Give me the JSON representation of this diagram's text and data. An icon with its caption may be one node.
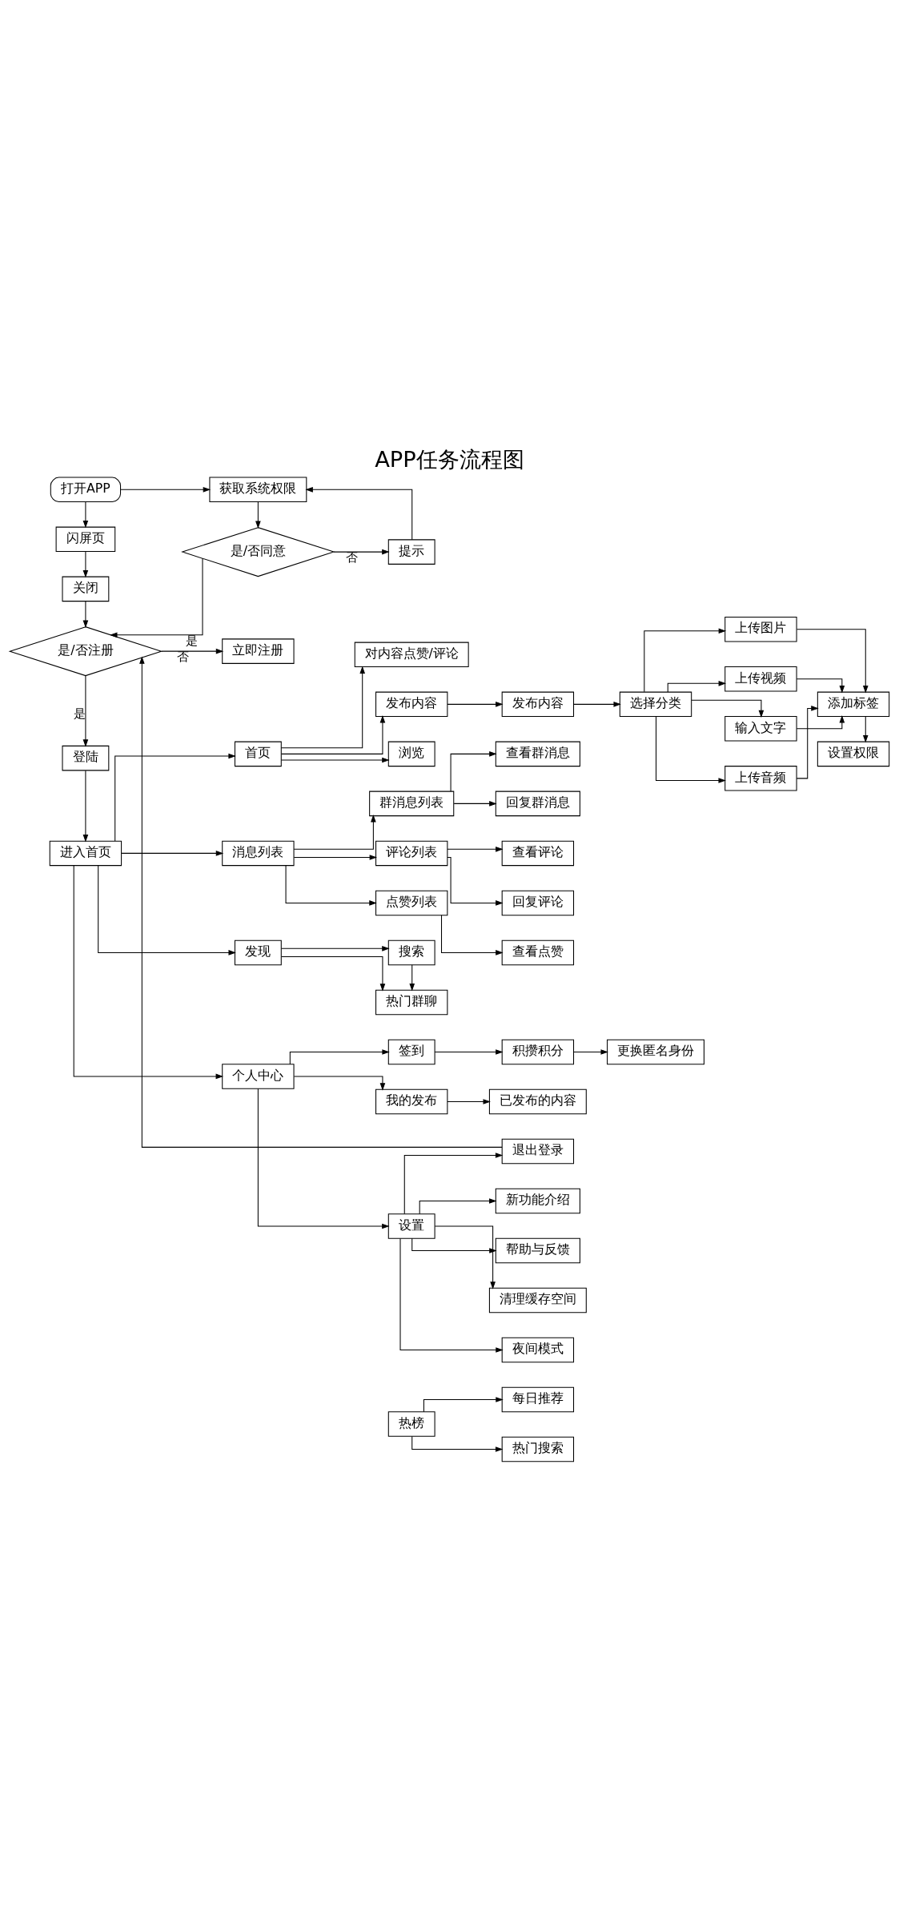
{
  "diagram": {
    "title": "APP任务流程图",
    "nodes": [
      {
        "text": [
          "打开APP"
        ]
      },
      {
        "text": [
          "获取系统权限"
        ]
      },
      {
        "text": [
          "闪屏页"
        ]
      },
      {
        "text": [
          "是/否同意"
        ]
      },
      {
        "text": [
          "提示"
        ]
      },
      {
        "text": [
          "关闭"
        ]
      },
      {
        "text": [
          "是/否注册"
        ]
      },
      {
        "text": [
          "立即注册"
        ]
      },
      {
        "text": [
          "登陆"
        ]
      },
      {
        "text": [
          "进入首页"
        ]
      },
      {
        "text": [
          "首页"
        ]
      },
      {
        "text": [
          "对内容点赞/评论"
        ]
      },
      {
        "text": [
          "发布内容"
        ]
      },
      {
        "text": [
          "浏览"
        ]
      },
      {
        "text": [
          "发布内容"
        ]
      },
      {
        "text": [
          "选择分类"
        ]
      },
      {
        "text": [
          "上传图片"
        ]
      },
      {
        "text": [
          "上传视频"
        ]
      },
      {
        "text": [
          "输入文字"
        ]
      },
      {
        "text": [
          "上传音频"
        ]
      },
      {
        "text": [
          "添加标签"
        ]
      },
      {
        "text": [
          "设置权限"
        ]
      },
      {
        "text": [
          "消息列表"
        ]
      },
      {
        "text": [
          "群消息列表"
        ]
      },
      {
        "text": [
          "查看群消息"
        ]
      },
      {
        "text": [
          "回复群消息"
        ]
      },
      {
        "text": [
          "评论列表"
        ]
      },
      {
        "text": [
          "查看评论"
        ]
      },
      {
        "text": [
          "回复评论"
        ]
      },
      {
        "text": [
          "点赞列表"
        ]
      },
      {
        "text": [
          "查看点赞"
        ]
      },
      {
        "text": [
          "发现"
        ]
      },
      {
        "text": [
          "搜索"
        ]
      },
      {
        "text": [
          "热榜"
        ]
      },
      {
        "text": [
          "热门群聊"
        ]
      },
      {
        "text": [
          "每日推荐"
        ]
      },
      {
        "text": [
          "热门搜索"
        ]
      },
      {
        "text": [
          "个人中心"
        ]
      },
      {
        "text": [
          "签到"
        ]
      },
      {
        "text": [
          "积攒积分"
        ]
      },
      {
        "text": [
          "更换匿名身份"
        ]
      },
      {
        "text": [
          "我的发布"
        ]
      },
      {
        "text": [
          "已发布的内容"
        ]
      },
      {
        "text": [
          "设置"
        ]
      },
      {
        "text": [
          "新功能介绍"
        ]
      },
      {
        "text": [
          "帮助与反馈"
        ]
      },
      {
        "text": [
          "清理缓存空间"
        ]
      },
      {
        "text": [
          "夜间模式"
        ]
      },
      {
        "text": [
          "退出登录"
        ]
      }
    ],
    "edges": [
      {
        "from": 0,
        "to": 2,
        "arrow": "to"
      },
      {
        "from": 0,
        "to": 1,
        "arrow": "to"
      },
      {
        "from": 1,
        "to": 3,
        "arrow": "to"
      },
      {
        "from": 3,
        "to": 4,
        "arrow": "to",
        "label": "否"
      },
      {
        "from": 4,
        "to": 1,
        "arrow": "to"
      },
      {
        "from": 2,
        "to": 5,
        "arrow": "to"
      },
      {
        "from": 3,
        "to": 6,
        "arrow": "to",
        "label": "是"
      },
      {
        "from": 5,
        "to": 6,
        "arrow": "to"
      },
      {
        "from": 6,
        "to": 7,
        "arrow": "to",
        "label": "否"
      },
      {
        "from": 6,
        "to": 8,
        "arrow": "to",
        "label": "是"
      },
      {
        "from": 8,
        "to": 9,
        "arrow": "to"
      },
      {
        "from": 9,
        "to": 10,
        "arrow": "to"
      },
      {
        "from": 9,
        "to": 22,
        "arrow": "to"
      },
      {
        "from": 9,
        "to": 31,
        "arrow": "to"
      },
      {
        "from": 9,
        "to": 37,
        "arrow": "to"
      },
      {
        "from": 10,
        "to": 11,
        "arrow": "to"
      },
      {
        "from": 10,
        "to": 12,
        "arrow": "to"
      },
      {
        "from": 10,
        "to": 13,
        "arrow": "to"
      },
      {
        "from": 12,
        "to": 14,
        "arrow": "to"
      },
      {
        "from": 14,
        "to": 15,
        "arrow": "to"
      },
      {
        "from": 15,
        "to": 16,
        "arrow": "to"
      },
      {
        "from": 15,
        "to": 17,
        "arrow": "to"
      },
      {
        "from": 15,
        "to": 18,
        "arrow": "to"
      },
      {
        "from": 15,
        "to": 19,
        "arrow": "to"
      },
      {
        "from": 16,
        "to": 20,
        "arrow": "to"
      },
      {
        "from": 17,
        "to": 20,
        "arrow": "to"
      },
      {
        "from": 18,
        "to": 20,
        "arrow": "to"
      },
      {
        "from": 19,
        "to": 20,
        "arrow": "to"
      },
      {
        "from": 20,
        "to": 21,
        "arrow": "to"
      },
      {
        "from": 22,
        "to": 23,
        "arrow": "to"
      },
      {
        "from": 22,
        "to": 26,
        "arrow": "to"
      },
      {
        "from": 22,
        "to": 29,
        "arrow": "to"
      },
      {
        "from": 23,
        "to": 24,
        "arrow": "to"
      },
      {
        "from": 23,
        "to": 25,
        "arrow": "to"
      },
      {
        "from": 26,
        "to": 27,
        "arrow": "to"
      },
      {
        "from": 26,
        "to": 28,
        "arrow": "to"
      },
      {
        "from": 29,
        "to": 30,
        "arrow": "to"
      },
      {
        "from": 31,
        "to": 32,
        "arrow": "to"
      },
      {
        "from": 31,
        "to": 34,
        "arrow": "to"
      },
      {
        "from": 32,
        "to": 34,
        "arrow": "to"
      },
      {
        "from": 33,
        "to": 35,
        "arrow": "to"
      },
      {
        "from": 33,
        "to": 36,
        "arrow": "to"
      },
      {
        "from": 37,
        "to": 38,
        "arrow": "to"
      },
      {
        "from": 37,
        "to": 41,
        "arrow": "to"
      },
      {
        "from": 37,
        "to": 43,
        "arrow": "to"
      },
      {
        "from": 38,
        "to": 39,
        "arrow": "to"
      },
      {
        "from": 39,
        "to": 40,
        "arrow": "to"
      },
      {
        "from": 41,
        "to": 42,
        "arrow": "to"
      },
      {
        "from": 43,
        "to": 44,
        "arrow": "to"
      },
      {
        "from": 43,
        "to": 45,
        "arrow": "to"
      },
      {
        "from": 43,
        "to": 46,
        "arrow": "to"
      },
      {
        "from": 43,
        "to": 47,
        "arrow": "to"
      },
      {
        "from": 43,
        "to": 48,
        "arrow": "to"
      },
      {
        "from": 48,
        "to": 6,
        "arrow": "to"
      }
    ]
  }
}
